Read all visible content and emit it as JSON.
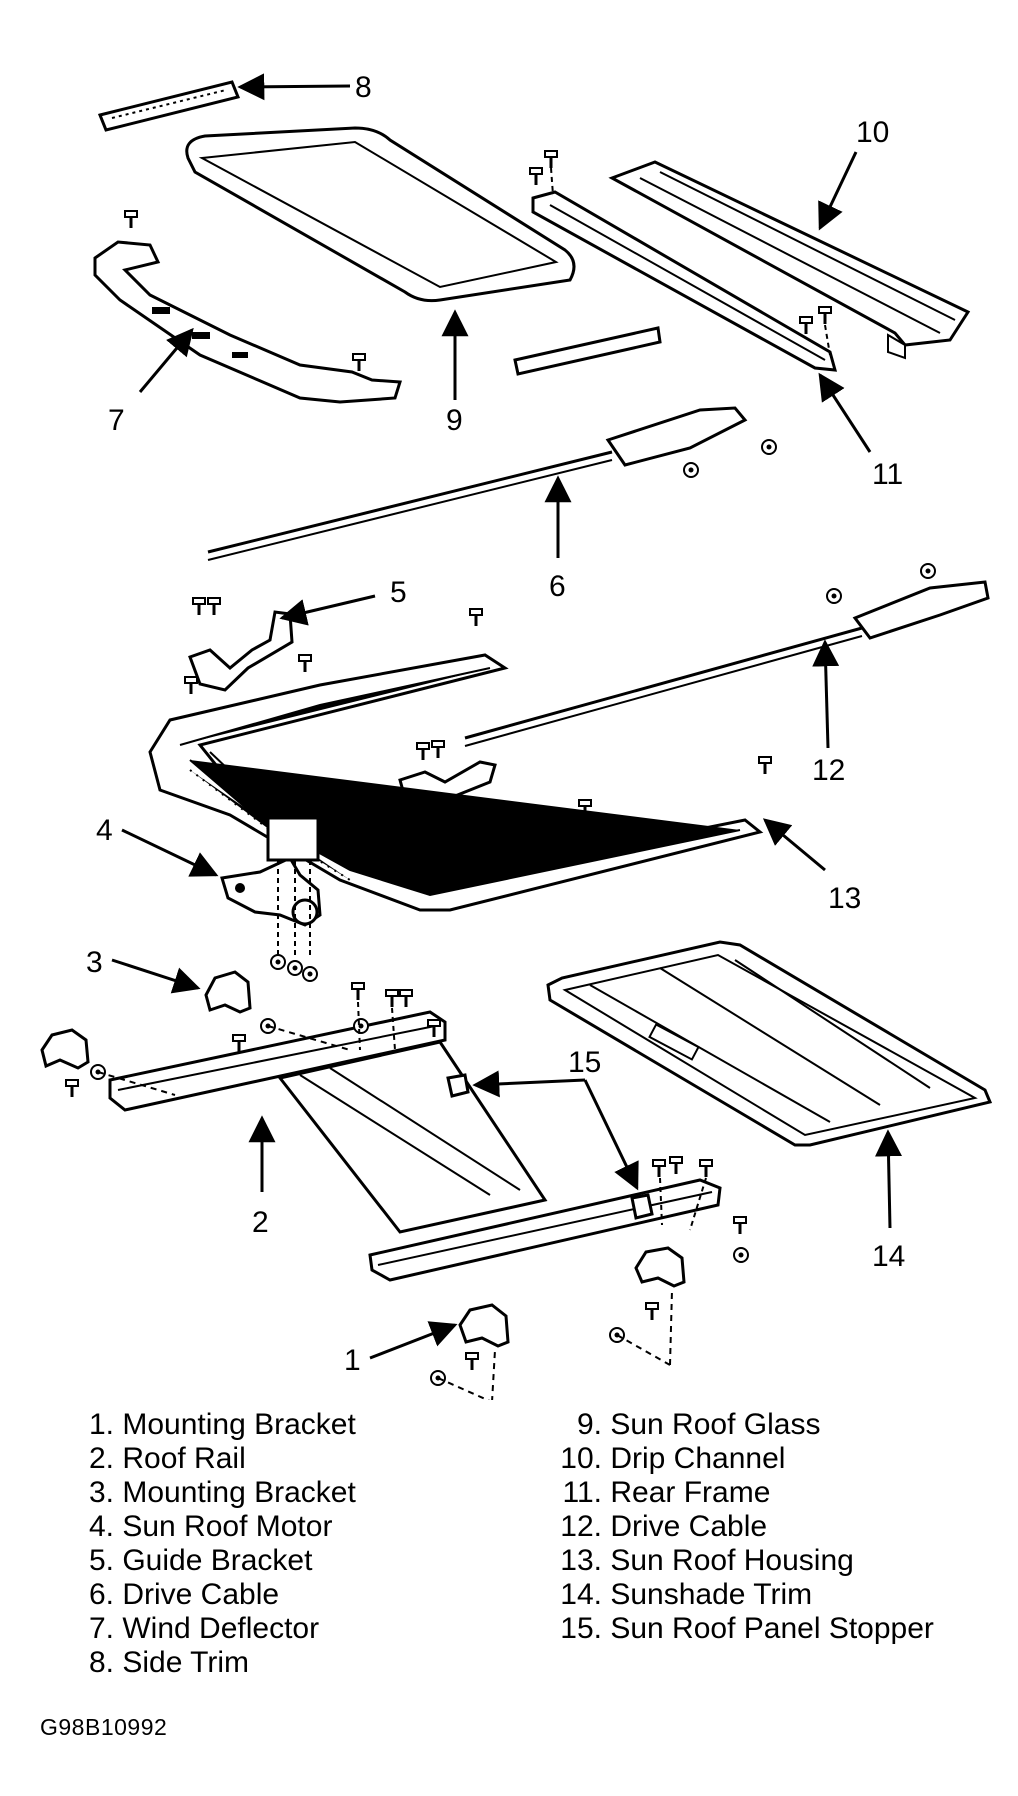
{
  "callouts": [
    "1",
    "2",
    "3",
    "4",
    "5",
    "6",
    "7",
    "8",
    "9",
    "10",
    "11",
    "12",
    "13",
    "14",
    "15"
  ],
  "legend": {
    "left": [
      {
        "num": "1.",
        "text": "Mounting Bracket"
      },
      {
        "num": "2.",
        "text": "Roof Rail"
      },
      {
        "num": "3.",
        "text": "Mounting Bracket"
      },
      {
        "num": "4.",
        "text": "Sun Roof Motor"
      },
      {
        "num": "5.",
        "text": "Guide Bracket"
      },
      {
        "num": "6.",
        "text": "Drive Cable"
      },
      {
        "num": "7.",
        "text": "Wind Deflector"
      },
      {
        "num": "8.",
        "text": "Side Trim"
      }
    ],
    "right": [
      {
        "num": "9.",
        "text": "Sun Roof Glass"
      },
      {
        "num": "10.",
        "text": "Drip Channel"
      },
      {
        "num": "11.",
        "text": "Rear Frame"
      },
      {
        "num": "12.",
        "text": "Drive Cable"
      },
      {
        "num": "13.",
        "text": "Sun Roof Housing"
      },
      {
        "num": "14.",
        "text": "Sunshade Trim"
      },
      {
        "num": "15.",
        "text": "Sun Roof Panel Stopper"
      }
    ]
  },
  "figure_code": "G98B10992",
  "colors": {
    "ink": "#000000",
    "paper": "#ffffff"
  }
}
